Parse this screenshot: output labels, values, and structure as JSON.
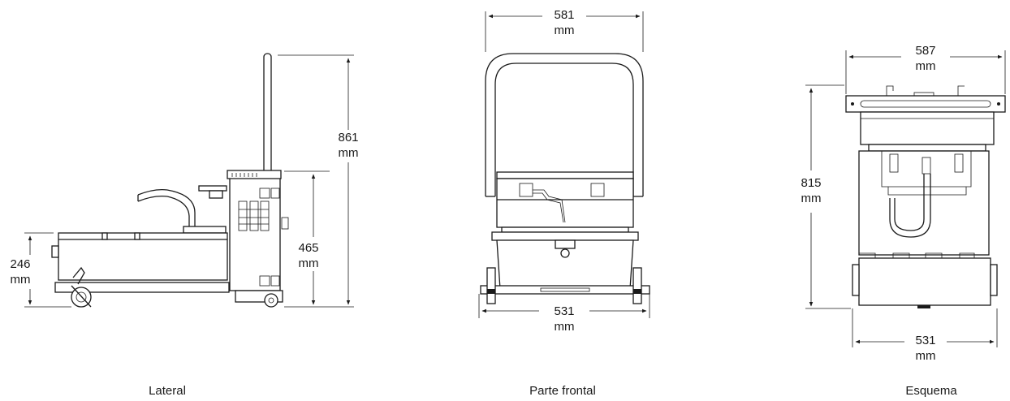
{
  "views": {
    "lateral": {
      "caption": "Lateral",
      "dims": {
        "height_total": {
          "value": "861",
          "unit": "mm"
        },
        "height_mid": {
          "value": "465",
          "unit": "mm"
        },
        "height_low": {
          "value": "246",
          "unit": "mm"
        }
      }
    },
    "frontal": {
      "caption": "Parte frontal",
      "dims": {
        "width_top": {
          "value": "581",
          "unit": "mm"
        },
        "width_bottom": {
          "value": "531",
          "unit": "mm"
        }
      }
    },
    "esquema": {
      "caption": "Esquema",
      "dims": {
        "width_top": {
          "value": "587",
          "unit": "mm"
        },
        "height": {
          "value": "815",
          "unit": "mm"
        },
        "width_bottom": {
          "value": "531",
          "unit": "mm"
        }
      }
    }
  }
}
